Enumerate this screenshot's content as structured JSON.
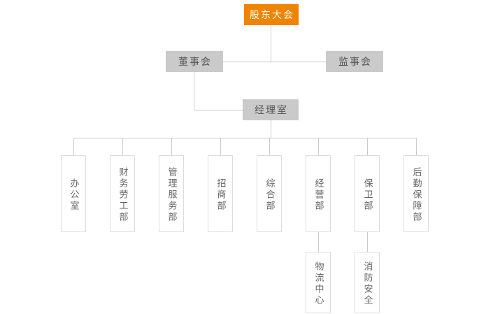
{
  "org": {
    "root": {
      "label": "股东大会"
    },
    "level2": [
      {
        "label": "董事会"
      },
      {
        "label": "监事会"
      }
    ],
    "level3": {
      "label": "经理室"
    },
    "departments": [
      {
        "label": "办公室"
      },
      {
        "label": "财务劳工部"
      },
      {
        "label": "管理服务部"
      },
      {
        "label": "招商部"
      },
      {
        "label": "综合部"
      },
      {
        "label": "经营部",
        "child": "物流中心"
      },
      {
        "label": "保卫部",
        "child": "消防安全"
      },
      {
        "label": "后勤保障部"
      }
    ]
  },
  "colors": {
    "canvas-bg": "#ffffff",
    "root-bg": "#f08300",
    "root-text": "#ffffff",
    "node-bg": "#cacaca",
    "node-text": "#555555",
    "line": "#cccccc",
    "dept-border": "#dcdcdc",
    "dept-text": "#666666"
  }
}
